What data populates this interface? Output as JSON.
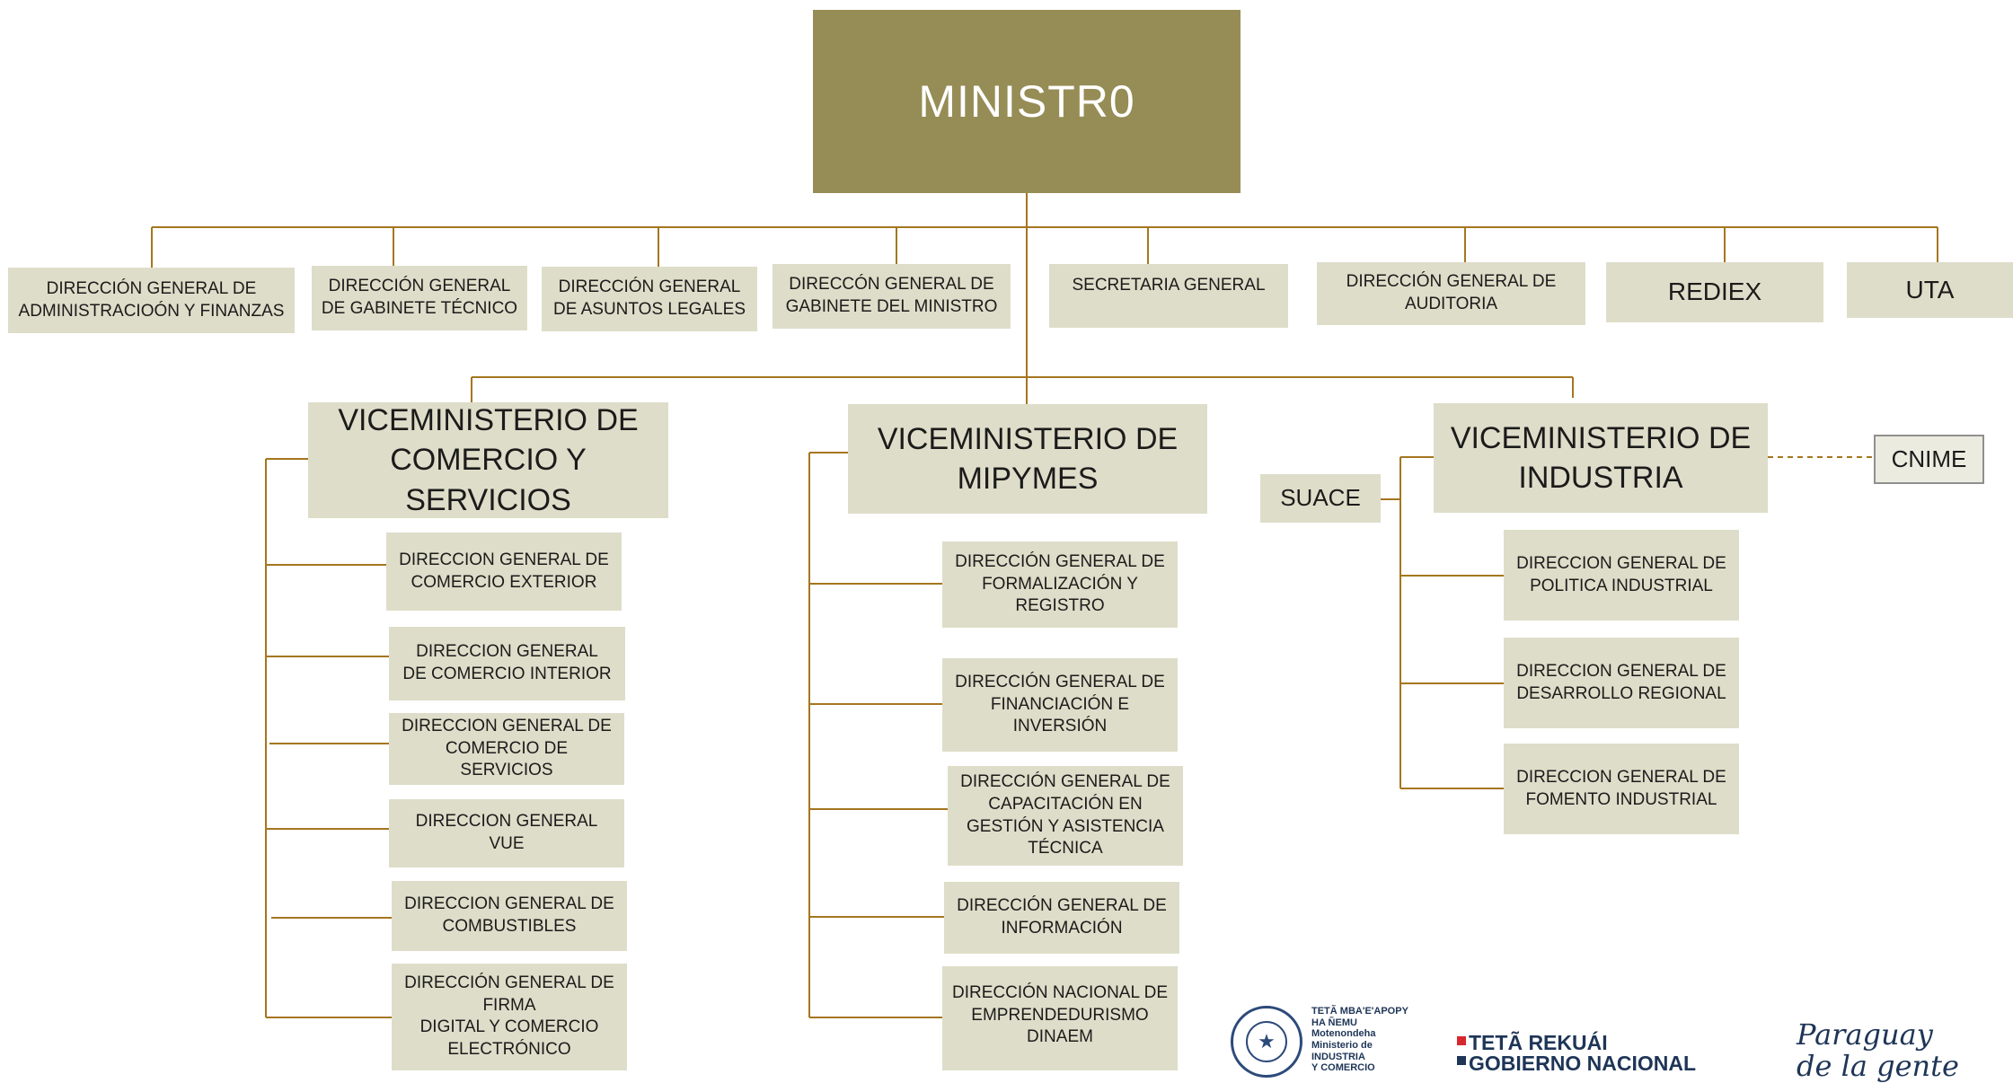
{
  "minister": "MINISTR0",
  "direct_units": [
    "DIRECCIÓN GENERAL DE\nADMINISTRACIOÓN Y FINANZAS",
    "DIRECCIÓN  GENERAL\nDE GABINETE TÉCNICO",
    "DIRECCIÓN GENERAL\nDE ASUNTOS LEGALES",
    "DIRECCÓN GENERAL DE\nGABINETE DEL MINISTRO",
    "SECRETARIA GENERAL",
    "DIRECCIÓN GENERAL DE\nAUDITORIA",
    "REDIEX",
    "UTA"
  ],
  "vice_comercio": {
    "title": "VICEMINISTERIO DE\nCOMERCIO Y SERVICIOS",
    "units": [
      "DIRECCION GENERAL DE\nCOMERCIO EXTERIOR",
      "DIRECCION GENERAL\nDE COMERCIO INTERIOR",
      "DIRECCION GENERAL DE\nCOMERCIO DE SERVICIOS",
      "DIRECCION GENERAL VUE",
      "DIRECCION GENERAL DE\nCOMBUSTIBLES",
      "DIRECCIÓN GENERAL DE\nFIRMA\nDIGITAL Y COMERCIO\nELECTRÓNICO"
    ]
  },
  "vice_mipymes": {
    "title": "VICEMINISTERIO DE\nMIPYMES",
    "units": [
      "DIRECCIÓN GENERAL DE\nFORMALIZACIÓN Y\nREGISTRO",
      "DIRECCIÓN GENERAL DE\nFINANCIACIÓN E\nINVERSIÓN",
      "DIRECCIÓN GENERAL DE\nCAPACITACIÓN EN\nGESTIÓN Y ASISTENCIA\nTÉCNICA",
      "DIRECCIÓN GENERAL DE\nINFORMACIÓN",
      "DIRECCIÓN NACIONAL DE\nEMPRENDEDURISMO\nDINAEM"
    ]
  },
  "vice_industria": {
    "title": "VICEMINISTERIO DE\nINDUSTRIA",
    "side_left": "SUACE",
    "side_right": "CNIME",
    "units": [
      "DIRECCION GENERAL DE\nPOLITICA INDUSTRIAL",
      "DIRECCION GENERAL DE\nDESARROLLO REGIONAL",
      "DIRECCION GENERAL DE\nFOMENTO INDUSTRIAL"
    ]
  },
  "logos": {
    "ministry_text": "TETÃ MBA'E'APOPY\nHA ÑEMU\nMotenondeha\nMinisterio de\nINDUSTRIA\nY COMERCIO",
    "government_text": "TETÃ REKUÁI\nGOBIERNO NACIONAL",
    "slogan": "Paraguay\nde la gente"
  },
  "colors": {
    "minister_box": "#968c55",
    "unit_box": "#deddc9",
    "connector": "#a5761f"
  }
}
